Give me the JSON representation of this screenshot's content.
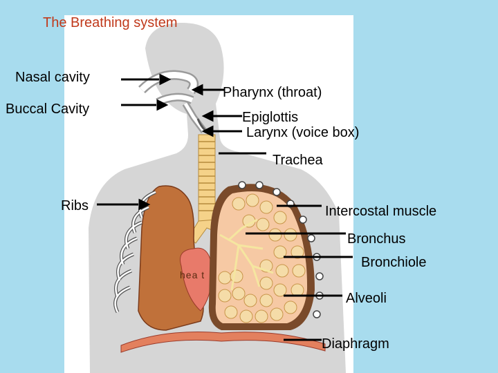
{
  "title": "The Breathing system",
  "labels": {
    "nasal_cavity": "Nasal cavity",
    "buccal_cavity": "Buccal Cavity",
    "pharynx": "Pharynx (throat)",
    "epiglottis": "Epiglottis",
    "larynx": "Larynx (voice box)",
    "trachea": "Trachea",
    "ribs": "Ribs",
    "intercostal_muscle": "Intercostal muscle",
    "bronchus": "Bronchus",
    "bronchiole": "Bronchiole",
    "alveoli": "Alveoli",
    "diaphragm": "Diaphragm",
    "heart": "hea t"
  },
  "colors": {
    "background": "#a8dcee",
    "title": "#c0391b",
    "silhouette": "#d6d6d6",
    "lung_left": "#c0713a",
    "heart": "#e87a6a",
    "lung_right_fill": "#f6c9a4",
    "trachea": "#f5d289",
    "diaphragm": "#e3805e"
  }
}
